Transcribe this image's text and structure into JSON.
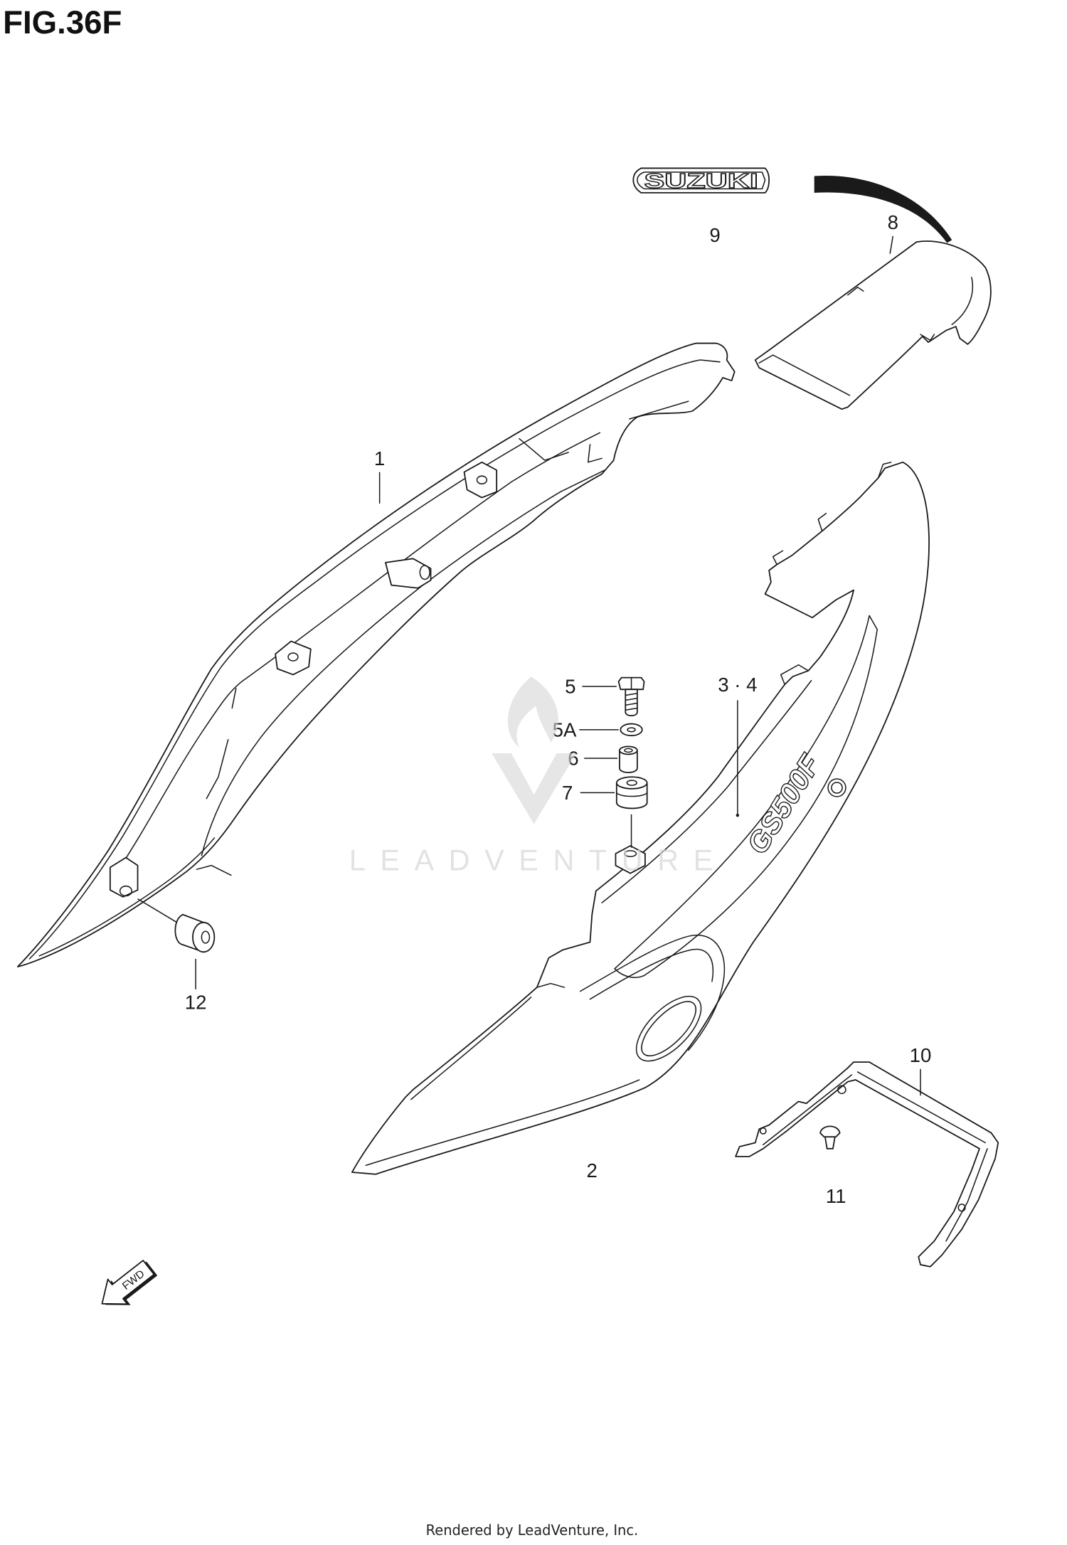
{
  "figure": {
    "title": "FIG.36F"
  },
  "emblem": {
    "text": "SUZUKI"
  },
  "decal": {
    "text": "GS500F"
  },
  "callouts": {
    "part_1": "1",
    "part_2": "2",
    "part_3_4": "3 · 4",
    "part_5": "5",
    "part_5a": "5A",
    "part_6": "6",
    "part_7": "7",
    "part_8": "8",
    "part_9": "9",
    "part_10": "10",
    "part_11": "11",
    "part_12": "12"
  },
  "direction_arrow": {
    "label": "FWD",
    "icon": "fwd-arrow-icon"
  },
  "watermark": {
    "text": "LEADVENTURE",
    "icon": "leadventure-logo-icon"
  },
  "footer": {
    "text": "Rendered by LeadVenture, Inc."
  },
  "colors": {
    "line": "#1a1a1a",
    "watermark": "#d6d6d6",
    "background": "#ffffff"
  }
}
